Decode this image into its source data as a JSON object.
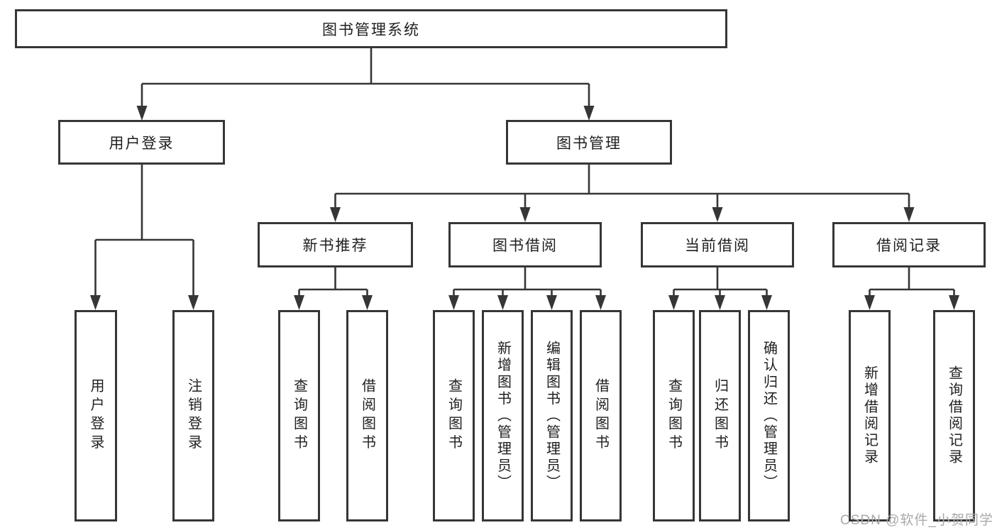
{
  "diagram": {
    "root": {
      "label": "图书管理系统"
    },
    "level2": [
      {
        "id": "user-login",
        "label": "用户登录"
      },
      {
        "id": "book-management",
        "label": "图书管理"
      }
    ],
    "level3": [
      {
        "id": "new-book-recommend",
        "label": "新书推荐"
      },
      {
        "id": "book-borrowing",
        "label": "图书借阅"
      },
      {
        "id": "current-borrowing",
        "label": "当前借阅"
      },
      {
        "id": "borrowing-records",
        "label": "借阅记录"
      }
    ],
    "leaves": {
      "user_login": [
        {
          "label": "用户登录"
        },
        {
          "label": "注销登录"
        }
      ],
      "new_book": [
        {
          "label": "查询图书"
        },
        {
          "label": "借阅图书"
        }
      ],
      "book_borrow": [
        {
          "label": "查询图书"
        },
        {
          "label": "新增图书（管理员）"
        },
        {
          "label": "编辑图书（管理员）"
        },
        {
          "label": "借阅图书"
        }
      ],
      "current_borrow": [
        {
          "label": "查询图书"
        },
        {
          "label": "归还图书"
        },
        {
          "label": "确认归还（管理员）"
        }
      ],
      "borrow_record": [
        {
          "label": "新增借阅记录"
        },
        {
          "label": "查询借阅记录"
        }
      ]
    }
  },
  "watermark": {
    "text": "CSDN @软件_小贺同学"
  },
  "colors": {
    "line": "#363636",
    "text": "#1f1f1f",
    "watermark": "#a9a9a9",
    "background": "#ffffff"
  }
}
